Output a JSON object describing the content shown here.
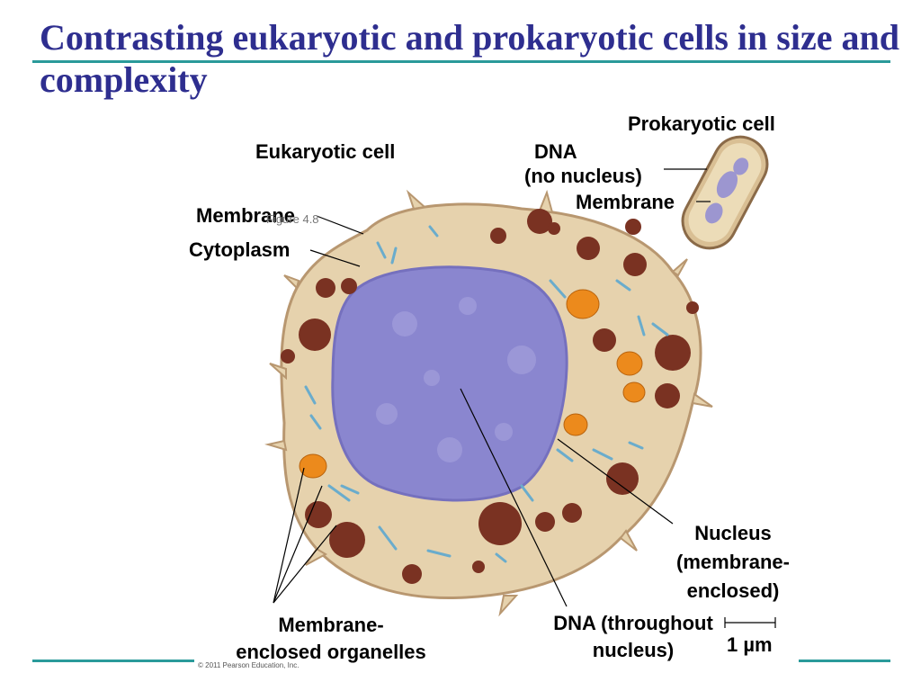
{
  "slide": {
    "title": "Contrasting eukaryotic and prokaryotic cells in size and complexity",
    "figure_ref": "Figure 4.8",
    "copyright": "© 2011 Pearson Education, Inc."
  },
  "labels": {
    "eukaryotic_cell": "Eukaryotic cell",
    "prokaryotic_cell": "Prokaryotic cell",
    "dna_top": "DNA",
    "no_nucleus": "(no nucleus)",
    "prok_membrane": "Membrane",
    "euk_membrane": "Membrane",
    "cytoplasm": "Cytoplasm",
    "nucleus_line1": "Nucleus",
    "nucleus_line2": "(membrane-",
    "nucleus_line3": "enclosed)",
    "organelles_line1": "Membrane-",
    "organelles_line2": "enclosed organelles",
    "dna_throughout_line1": "DNA (throughout",
    "dna_throughout_line2": "nucleus)",
    "scale_bar": "1 µm"
  },
  "colors": {
    "title": "#2e2e8f",
    "rule": "#2a9a9a",
    "cytoplasm": "#e6d2ad",
    "nucleus": "#8a86cf",
    "organelle_brown": "#7a3222",
    "organelle_orange": "#ec8a1c",
    "er_blue": "#6aaccc"
  }
}
